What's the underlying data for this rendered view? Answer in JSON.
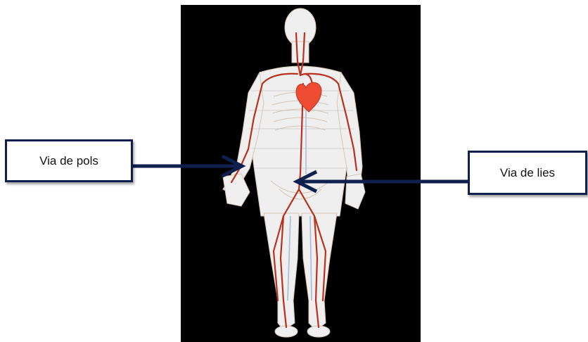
{
  "callouts": {
    "wrist_label": "Via de pols",
    "groin_label": "Via de lies"
  },
  "colors": {
    "panel_background": "#000000",
    "border": "#0f1f4e",
    "arrow": "#0f1f4e",
    "artery": "#b8321f",
    "heart": "#ee4b33",
    "body": "#efefef"
  },
  "icons": {
    "figure": "human-circulatory-system-figure",
    "heart": "heart-icon"
  }
}
